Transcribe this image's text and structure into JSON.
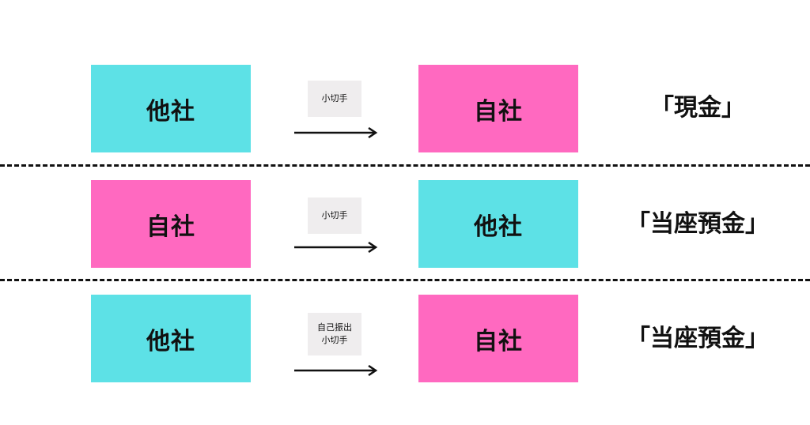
{
  "colors": {
    "other_company": "#5de1e6",
    "own_company": "#ff69c0",
    "note_bg": "#efedee",
    "text": "#111111"
  },
  "rows": [
    {
      "from": "他社",
      "from_color": "#5de1e6",
      "note_lines": [
        "小切手"
      ],
      "to": "自社",
      "to_color": "#ff69c0",
      "result": "「現金」"
    },
    {
      "from": "自社",
      "from_color": "#ff69c0",
      "note_lines": [
        "小切手"
      ],
      "to": "他社",
      "to_color": "#5de1e6",
      "result": "「当座預金」"
    },
    {
      "from": "他社",
      "from_color": "#5de1e6",
      "note_lines": [
        "自己振出",
        "小切手"
      ],
      "to": "自社",
      "to_color": "#ff69c0",
      "result": "「当座預金」"
    }
  ],
  "arrow_icon": "right-arrow-icon"
}
